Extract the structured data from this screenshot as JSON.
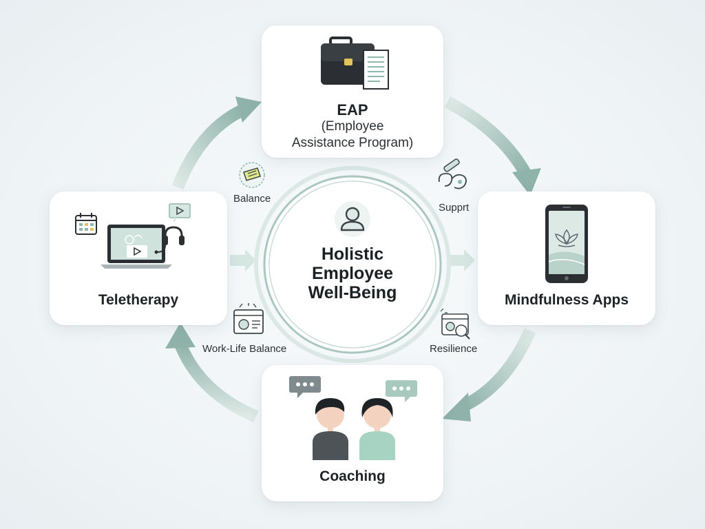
{
  "center": {
    "line1": "Holistic",
    "line2": "Employee",
    "line3": "Well-Being",
    "icon": "person-icon"
  },
  "nodes": {
    "eap": {
      "title": "EAP",
      "subtitle_line1": "(Employee",
      "subtitle_line2": "Assistance Program)",
      "icon": "briefcase-document-icon"
    },
    "mindfulness": {
      "title": "Mindfulness Apps",
      "icon": "smartphone-lotus-icon"
    },
    "coaching": {
      "title": "Coaching",
      "icon": "two-people-chat-icon"
    },
    "teletherapy": {
      "title": "Teletherapy",
      "icon": "laptop-headset-icon"
    }
  },
  "keywords": {
    "balance": "Balance",
    "support": "Supprt",
    "work_life": "Work-Life Balance",
    "resilience": "Resilience"
  },
  "colors": {
    "accent": "#8fb7ab",
    "accent_light": "#cfe3dc",
    "arrow": "#9dbfb6",
    "dark": "#2b2f33"
  }
}
